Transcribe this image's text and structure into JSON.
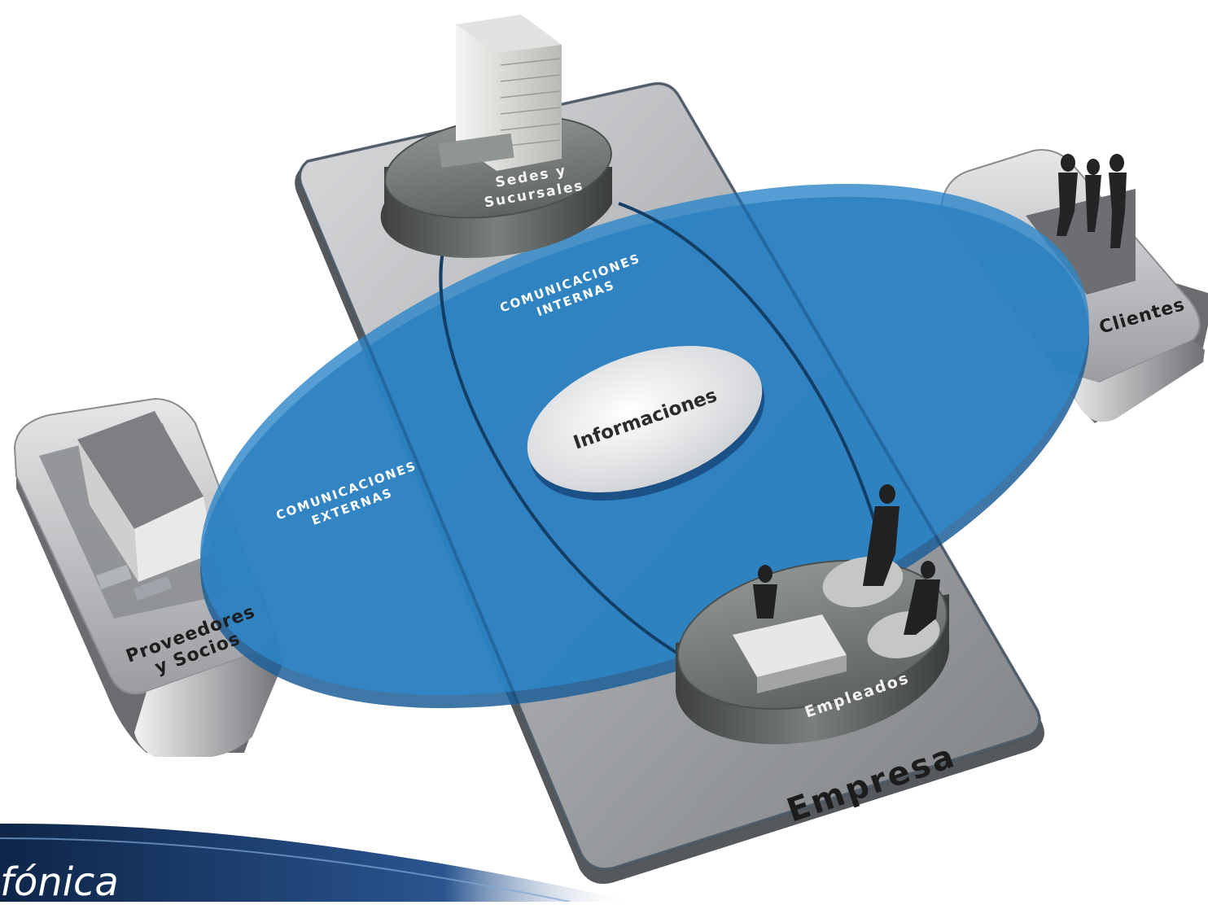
{
  "diagram": {
    "nodes": {
      "sedes": {
        "label_line1": "Sedes y",
        "label_line2": "Sucursales"
      },
      "clientes": {
        "label": "Clientes"
      },
      "proveedores": {
        "label_line1": "Proveedores",
        "label_line2": "y Socios"
      },
      "empleados": {
        "label": "Empleados"
      },
      "empresa": {
        "label": "Empresa"
      },
      "informaciones": {
        "label": "Informaciones"
      }
    },
    "zones": {
      "internas": {
        "line1": "COMUNICACIONES",
        "line2": "INTERNAS"
      },
      "externas": {
        "line1": "COMUNICACIONES",
        "line2": "EXTERNAS"
      }
    },
    "footer_brand": "fónica"
  },
  "colors": {
    "ellipse_blue": "#2f87c8",
    "ellipse_dark": "#1d5f99",
    "platform_grey": "#a9abae",
    "platform_edge": "#5c5f63",
    "banner_navy": "#14305a"
  }
}
